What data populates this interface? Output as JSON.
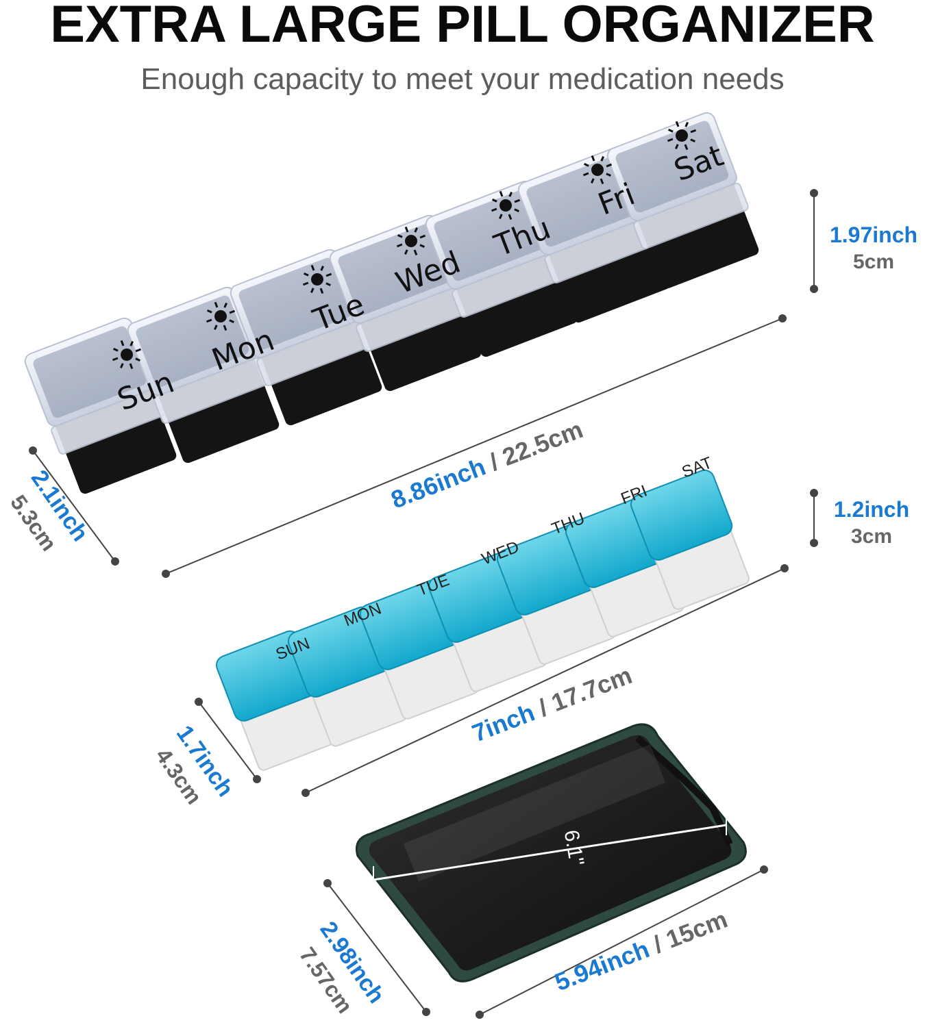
{
  "header": {
    "title": "EXTRA LARGE PILL ORGANIZER",
    "subtitle": "Enough capacity to meet your medication needs"
  },
  "large_organizer": {
    "days": [
      "Sun",
      "Mon",
      "Tue",
      "Wed",
      "Thu",
      "Fri",
      "Sat"
    ],
    "lid_icon": "sun-icon",
    "lid_color": "#e4e8f2",
    "base_color": "#141414",
    "height": {
      "inch": "1.97inch",
      "cm": "5cm"
    },
    "length": {
      "inch": "8.86inch",
      "sep": " / ",
      "cm": "22.5cm"
    },
    "width": {
      "inch": "2.1inch",
      "cm": "5.3cm"
    }
  },
  "small_organizer": {
    "days": [
      "SUN",
      "MON",
      "TUE",
      "WED",
      "THU",
      "FRI",
      "SAT"
    ],
    "lid_color": "#1fb7d6",
    "base_color": "#ececec",
    "height": {
      "inch": "1.2inch",
      "cm": "3cm"
    },
    "length": {
      "inch": "7inch",
      "sep": " / ",
      "cm": "17.7cm"
    },
    "width": {
      "inch": "1.7inch",
      "cm": "4.3cm"
    }
  },
  "phone": {
    "diagonal": "6.1\"",
    "body_color": "#2f4a40",
    "length": {
      "inch": "5.94inch",
      "sep": " / ",
      "cm": "15cm"
    },
    "width": {
      "inch": "2.98inch",
      "cm": "7.57cm"
    }
  },
  "colors": {
    "accent_blue": "#1a7ad1",
    "cm_gray": "#666666"
  }
}
